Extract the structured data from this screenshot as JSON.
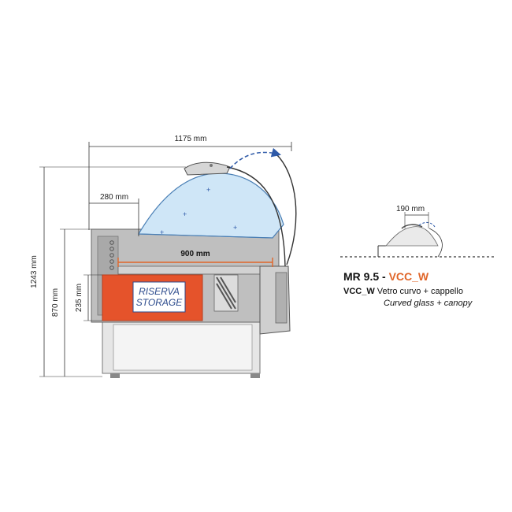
{
  "dimensions": {
    "width_total": "1175 mm",
    "depth_280": "280 mm",
    "depth_900": "900 mm",
    "height_total": "1243 mm",
    "height_counter": "870 mm",
    "height_storage": "235 mm",
    "canopy_190": "190 mm"
  },
  "storage_label": {
    "line1": "RISERVA",
    "line2": "STORAGE"
  },
  "title": {
    "model": "MR 9.5 - ",
    "variant": "VCC_W",
    "code": "VCC_W",
    "desc_it": " Vetro curvo + cappello",
    "desc_en": "Curved glass + canopy"
  },
  "colors": {
    "accent_orange": "#e0662a",
    "storage_red": "#e5532b",
    "glass_blue": "#cfe6f7",
    "frame_gray": "#b9b9b9",
    "arrow_blue": "#2f5aa8"
  }
}
